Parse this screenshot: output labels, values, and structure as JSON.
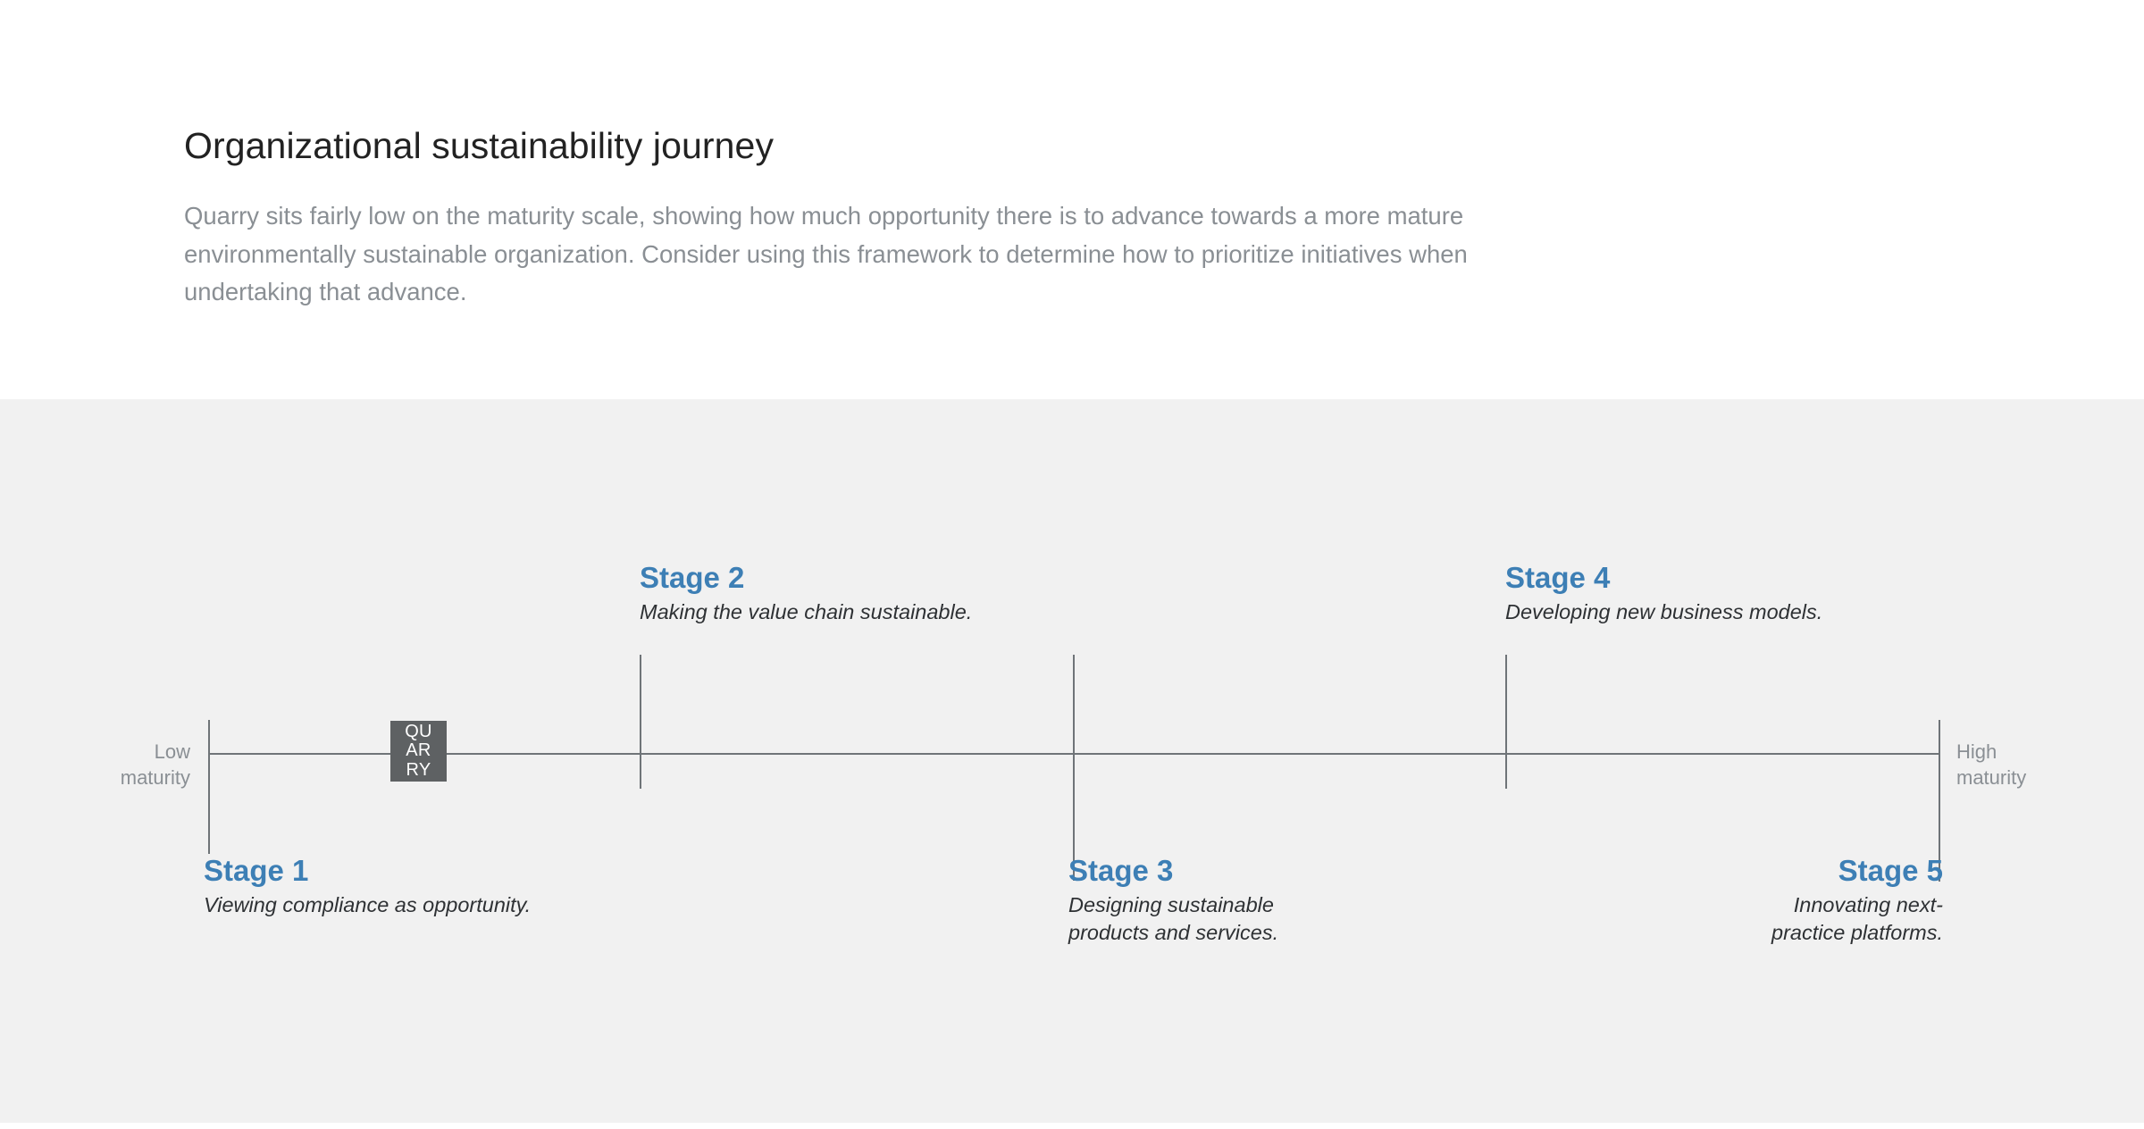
{
  "header": {
    "title": "Organizational sustainability journey",
    "intro": "Quarry sits fairly low on the maturity scale, showing how much opportunity there is to advance towards a more mature environmentally sustainable organization. Consider using this framework to determine how to prioritize initiatives when undertaking that advance."
  },
  "axis": {
    "low_label": "Low\nmaturity",
    "low_label_line1": "Low",
    "low_label_line2": "maturity",
    "high_label_line1": "High",
    "high_label_line2": "maturity"
  },
  "marker": {
    "name": "Quarry",
    "line1": "QU",
    "line2": "AR",
    "line3": "RY",
    "position_label": "between Stage 1 and Stage 2"
  },
  "stages": [
    {
      "title": "Stage 1",
      "description": "Viewing compliance as opportunity.",
      "side": "below"
    },
    {
      "title": "Stage 2",
      "description": "Making the value chain sustainable.",
      "side": "above"
    },
    {
      "title": "Stage 3",
      "description_line1": "Designing sustainable",
      "description_line2": "products and services.",
      "side": "below"
    },
    {
      "title": "Stage 4",
      "description": "Developing new business models.",
      "side": "above"
    },
    {
      "title": "Stage 5",
      "description_line1": "Innovating next-",
      "description_line2": "practice platforms.",
      "side": "below"
    }
  ],
  "colors": {
    "accent_blue": "#3d7fb5",
    "axis_gray": "#6f7478",
    "marker_gray": "#5e6163",
    "band_gray": "#f1f1f1",
    "muted_text": "#8a8f94",
    "title_text": "#222222"
  },
  "chart_data": {
    "type": "line",
    "title": "Organizational sustainability journey",
    "xlabel": "maturity",
    "ylabel": "",
    "axis_min_label": "Low maturity",
    "axis_max_label": "High maturity",
    "categories": [
      "Stage 1",
      "Stage 2",
      "Stage 3",
      "Stage 4",
      "Stage 5"
    ],
    "x": [
      0,
      25,
      50,
      75,
      100
    ],
    "annotations": [
      "Viewing compliance as opportunity.",
      "Making the value chain sustainable.",
      "Designing sustainable products and services.",
      "Developing new business models.",
      "Innovating next-practice platforms."
    ],
    "markers": [
      {
        "label": "QUARRY",
        "x": 14,
        "note": "current position on maturity scale"
      }
    ],
    "grid": false,
    "legend": "none"
  }
}
